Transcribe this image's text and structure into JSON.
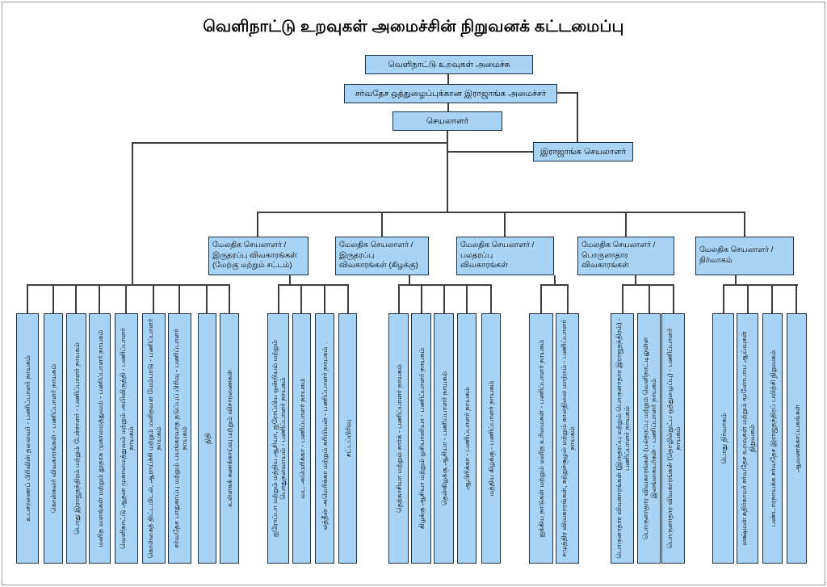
{
  "title": "வெளிநாட்டு உறவுகள் அமைச்சின் நிறுவனக் கட்டமைப்பு",
  "colors": {
    "box_fill": "#a9d3f4",
    "box_border": "#1e3247",
    "connector_line": "#3d3d3d",
    "background": "#ffffff"
  },
  "nodes": {
    "minister": "வெளிநாட்டு உறவுகள் அமைச்சு",
    "state_minister": "சர்வதேச ஒத்துழைப்புக்கான இராஜாங்க அமைச்சர்",
    "secretary": "செயலாளர்",
    "state_secretary": "இராஜாங்க செயலாளர்"
  },
  "divisions": [
    "மேலதிக செயலாளர் /\nஇருதரப்பு விவகாரங்கள்\n(மேற்கு மற்றும் சட்டம்)",
    "மேலதிக செயலாளர் /\nஇருதரப்பு\nவிவகாரங்கள் (கிழக்கு)",
    "மேலதிக செயலாளர் /\nபலதரப்பு\nவிவகாரங்கள்",
    "மேலதிக செயலாளர் /\nபொருளாதார\nவிவகாரங்கள்",
    "மேலதிக செயலாளர் /\nநிர்வாகம்"
  ],
  "leaf_groups": [
    {
      "parent": "செயலாளர்",
      "items": [
        "உபசரணைப் பிரிவின் தலைவர் - பணிப்பாளர் நாயகம்",
        "கொன்சுலர் விவகாரங்கள் - பணிப்பாளர் நாயகம்",
        "பொது இராஜதந்திரம் மற்றும் பேச்சாளர் - பணிப்பாளர் நாயகம்",
        "மனித வளங்கள் மற்றும் தூதரக முகாமைத்துவம் - பணிப்பாளர் நாயகம்",
        "வெளிநாட்டு ஆதன முகாமைத்துவம் மற்றும் அபிவிருத்தி - பணிப்பாளர் நாயகம்",
        "கொள்கைத் திட்டமிடல், ஆராய்ச்சி மற்றும் மனிதவள மேம்பாடு - பணிப்பாளர் நாயகம்",
        "சர்வதேச பாதுகாப்பு மற்றும் பயங்கரவாத தடுப்புப் பிரிவு - பணிப்பாளர் நாயகம்",
        "நிதி",
        "உள்ளகக் கணக்காய்வு மற்றும் விசாரணைகள்"
      ]
    },
    {
      "parent": "மேலதிக செயலாளர் / இருதரப்பு விவகாரங்கள் (மேற்கு மற்றும் சட்டம்)",
      "items": [
        "ஐரோப்பா மற்றும் மத்திய ஆசியா, ஐரோப்பிய ஒன்றியம் மற்றும் பொதுநலவாயம் - பணிப்பாளர் நாயகம்",
        "வட அமெரிக்கா - பணிப்பாளர் நாயகம்",
        "லத்தீன் அமெரிக்கா மற்றும் கரிபியன் - பணிப்பாளர் நாயகம்",
        "சட்டப்பிரிவு"
      ]
    },
    {
      "parent": "மேலதிக செயலாளர் / இருதரப்பு விவகாரங்கள் (கிழக்கு)",
      "items": [
        "தெற்காசியா மற்றும் சார்க் - பணிப்பாளர் நாயகம்",
        "கிழக்கு ஆசியா மற்றும் ஓசியானியா - பணிப்பாளர் நாயகம்",
        "தென்கிழக்கு ஆசியா - பணிப்பாளர் நாயகம்",
        "ஆபிரிக்கா - பணிப்பாளர் நாயகம்",
        "மத்திய கிழக்கு - பணிப்பாளர் நாயகம்"
      ]
    },
    {
      "parent": "மேலதிக செயலாளர் / பலதரப்பு விவகாரங்கள்",
      "items": [
        "ஐக்கிய நாடுகள் மற்றும் மனித உரிமைகள் - பணிப்பாளர் நாயகம்",
        "சமுத்திர விவகாரங்கள், சுற்றுச்சூழல் மற்றும் காலநிலை மாற்றம் - பணிப்பாளர் நாயகம்"
      ]
    },
    {
      "parent": "மேலதிக செயலாளர் / பொருளாதார விவகாரங்கள்",
      "items": [
        "பொருளாதார விவகாரங்கள் (இருதரப்பு மற்றும் பொருளாதார இராஜதந்திரம்) - பணிப்பாளர் நாயகம்",
        "பொருளாதார விவகாரங்கள் (பல்தரப்பு மற்றும் வெளிநாட்டிலுள்ள இலங்கையர்கள் - பணிப்பாளர் நாயகம்",
        "பொருளாதார விவகாரங்கள் (தொழில்நுட்ப ஒத்துழைப்பு) - பணிப்பாளர் நாயகம்"
      ]
    },
    {
      "parent": "மேலதிக செயலாளர் / நிர்வாகம்",
      "items": [
        "பொது நிர்வாகம்",
        "லக்ஷ்மன் கதிர்காமர் சர்வதேச உறவுகள் மற்றும் மூலோபாய ஆய்வுகள் நிறுவகம்",
        "பண்டாரநாயக்க சர்வதேச இராஜதந்திரப் பயிற்சி நிறுவகம்",
        "ஆவணக்காப்பகங்கள்"
      ]
    }
  ]
}
